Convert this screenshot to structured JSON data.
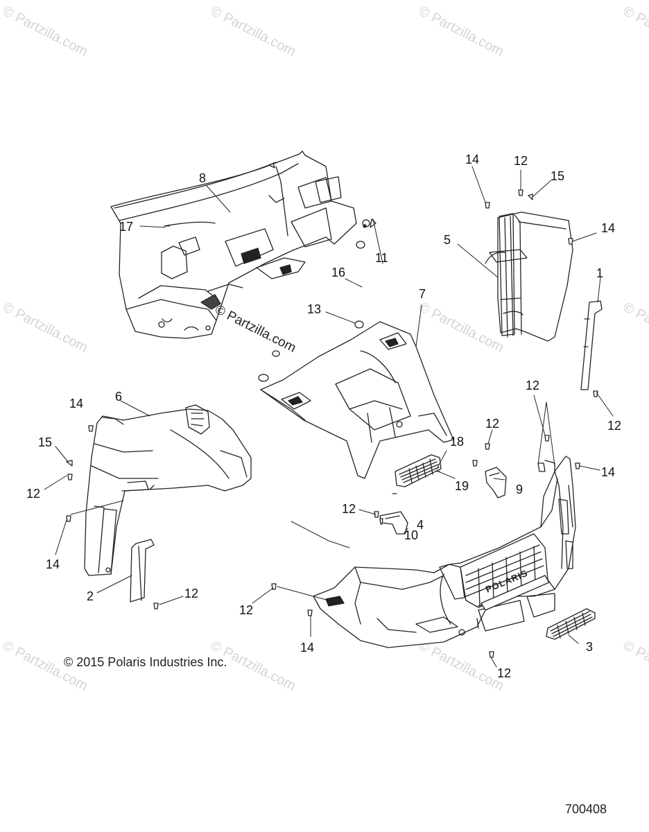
{
  "watermark": {
    "text": "© Partzilla.com",
    "center_text": "© Partzilla.com"
  },
  "callouts": [
    {
      "text": "8"
    },
    {
      "text": "17"
    },
    {
      "text": "12"
    },
    {
      "text": "15"
    },
    {
      "text": "14"
    },
    {
      "text": "14"
    },
    {
      "text": "5"
    },
    {
      "text": "11"
    },
    {
      "text": "16"
    },
    {
      "text": "13"
    },
    {
      "text": "7"
    },
    {
      "text": "1"
    },
    {
      "text": "12"
    },
    {
      "text": "12"
    },
    {
      "text": "14"
    },
    {
      "text": "6"
    },
    {
      "text": "15"
    },
    {
      "text": "12"
    },
    {
      "text": "14"
    },
    {
      "text": "12"
    },
    {
      "text": "18"
    },
    {
      "text": "19"
    },
    {
      "text": "9"
    },
    {
      "text": "14"
    },
    {
      "text": "12"
    },
    {
      "text": "10"
    },
    {
      "text": "4"
    },
    {
      "text": "2"
    },
    {
      "text": "12"
    },
    {
      "text": "12"
    },
    {
      "text": "14"
    },
    {
      "text": "3"
    },
    {
      "text": "12"
    }
  ],
  "copyright": "© 2015 Polaris Industries Inc.",
  "document_number": "700408",
  "brand_emblem": "POLARIS"
}
